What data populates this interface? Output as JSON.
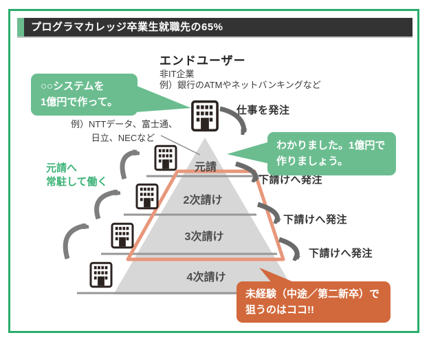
{
  "colors": {
    "green_main": "#6bbd90",
    "green_border": "#2aad6c",
    "green_text": "#3cb377",
    "orange_bubble": "#d2693c",
    "orange_outline": "#e8977b",
    "pyramid_fill": "#d7d7d7",
    "divider_gray": "#979797",
    "arrow_left": "#7e7e7e",
    "arrow_right": "#6a6a6a",
    "building_stroke": "#2b2320",
    "title_bar_bg": "#333333",
    "text_dark": "#333333",
    "label_gray": "#4c4c4c"
  },
  "header": {
    "title": "プログラマカレッジ卒業生就職先の65%"
  },
  "end_user": {
    "heading": "エンドユーザー",
    "line1": "非IT企業",
    "line2": "例）銀行のATMやネットバンキングなど"
  },
  "speech_bubbles": {
    "request": {
      "line1": "○○システムを",
      "line2": "1億円で作って。"
    },
    "accept": {
      "line1": "わかりました。1億円で",
      "line2": "作りましょう。"
    },
    "target": {
      "line1": "未経験（中途／第二新卒）で",
      "line2": "狙うのはココ!!"
    }
  },
  "vendors_note": {
    "line1": "例）NTTデータ、富士通、",
    "line2": "日立、NECなど"
  },
  "left_note": {
    "line1": "元請へ",
    "line2": "常駐して働く"
  },
  "pyramid": {
    "levels": [
      "元請",
      "2次請け",
      "3次請け",
      "4次請け"
    ]
  },
  "flow_labels": {
    "order_top": "仕事を発注",
    "order_sub_1": "下請けへ発注",
    "order_sub_2": "下請けへ発注",
    "order_sub_3": "下請けへ発注"
  }
}
